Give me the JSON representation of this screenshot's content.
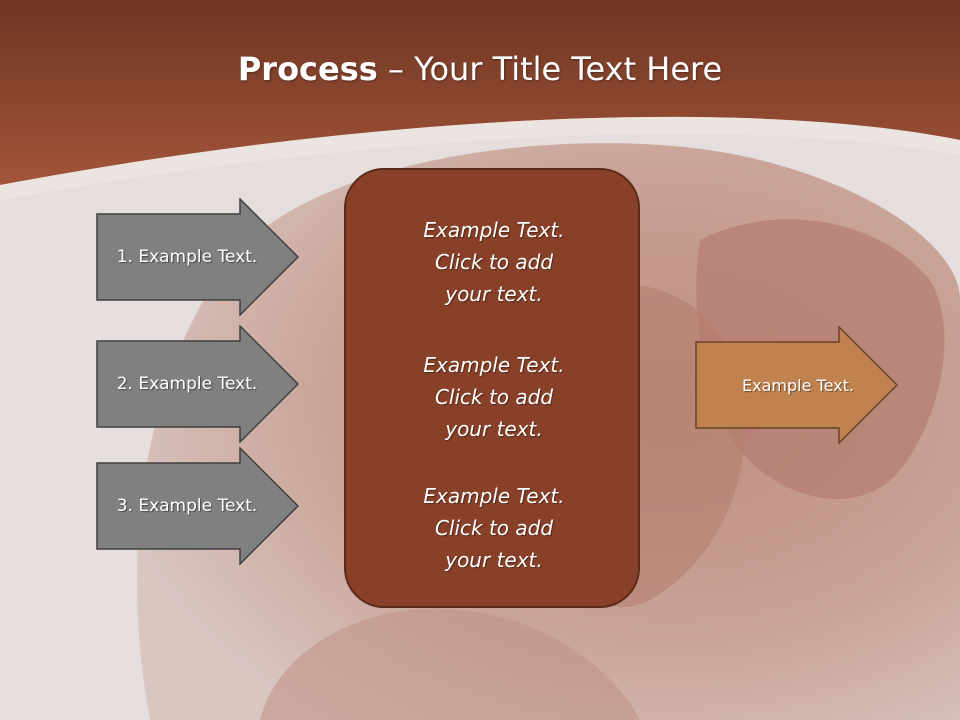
{
  "title": {
    "bold": "Process",
    "rest": " – Your Title Text Here"
  },
  "inputs": [
    {
      "label": "1. Example Text."
    },
    {
      "label": "2. Example Text."
    },
    {
      "label": "3. Example Text."
    }
  ],
  "center_blocks": [
    {
      "line1": "Example Text.",
      "line2": "Click  to add",
      "line3": "your text."
    },
    {
      "line1": "Example Text.",
      "line2": "Click  to add",
      "line3": "your text."
    },
    {
      "line1": "Example Text.",
      "line2": "Click  to add",
      "line3": "your text."
    }
  ],
  "output": {
    "label": "Example Text."
  },
  "colors": {
    "header": "#8e4329",
    "input_arrow_fill": "#808080",
    "center_box_fill": "#884128",
    "output_arrow_fill": "#c08350"
  }
}
